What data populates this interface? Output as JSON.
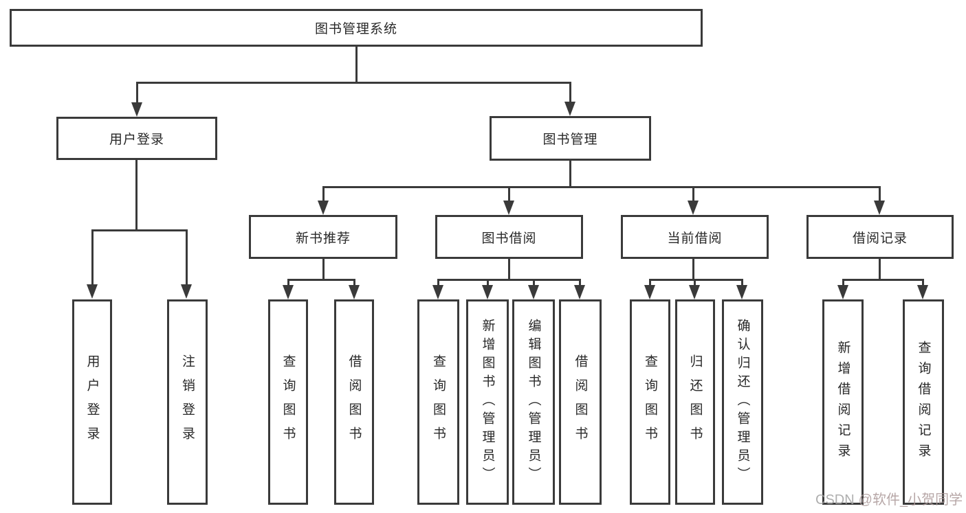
{
  "root": {
    "label": "图书管理系统"
  },
  "level2": {
    "user_login": {
      "label": "用户登录"
    },
    "book_mgmt": {
      "label": "图书管理"
    }
  },
  "level3": {
    "new_book": {
      "label": "新书推荐"
    },
    "borrow": {
      "label": "图书借阅"
    },
    "current": {
      "label": "当前借阅"
    },
    "records": {
      "label": "借阅记录"
    }
  },
  "leaves": {
    "user_login": [
      "用户登录",
      "注销登录"
    ],
    "new_book": [
      "查询图书",
      "借阅图书"
    ],
    "borrow": [
      "查询图书",
      "新增图书（管理员）",
      "编辑图书（管理员）",
      "借阅图书"
    ],
    "current": [
      "查询图书",
      "归还图书",
      "确认归还（管理员）"
    ],
    "records": [
      "新增借阅记录",
      "查询借阅记录"
    ]
  },
  "watermark": {
    "brand": "CSDN",
    "handle": "@软件_小贺同学"
  },
  "colors": {
    "line": "#3a3a3a",
    "text": "#282828",
    "watermark_brand": "#a2a2a2",
    "watermark_handle": "#ab9898",
    "background": "#ffffff"
  }
}
